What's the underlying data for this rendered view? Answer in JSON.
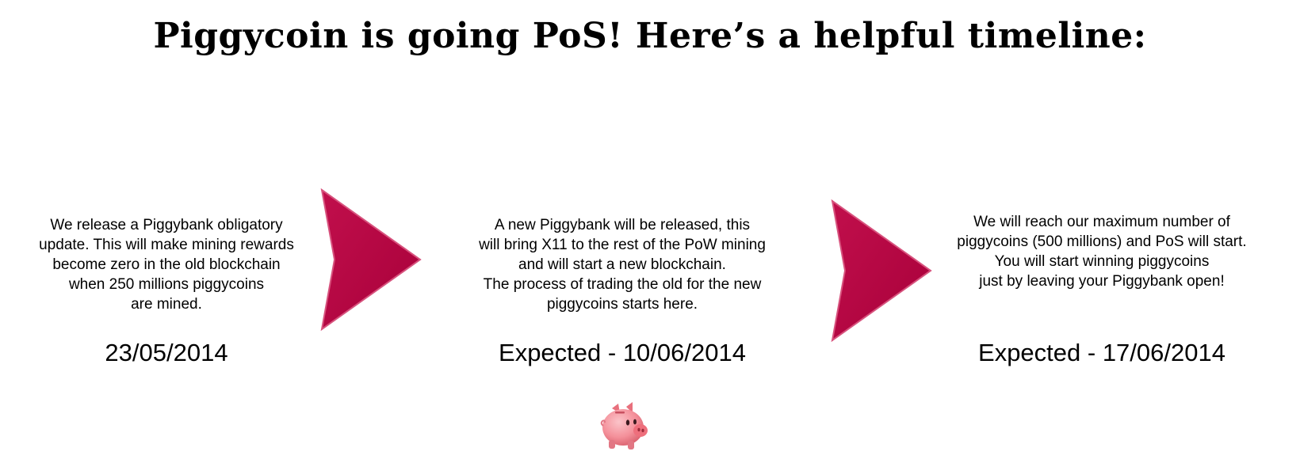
{
  "header": {
    "title": "Piggycoin is going PoS! Here’s a helpful timeline:"
  },
  "colors": {
    "arrow": "#b5003f",
    "arrow_edge": "#d24a76",
    "pig_body": "#f4909a",
    "pig_snout": "#ee6f7c"
  },
  "timeline": {
    "steps": [
      {
        "text": "We release a Piggybank obligatory\nupdate. This will make mining rewards\nbecome zero in the old blockchain\n when 250 millions piggycoins\nare mined.",
        "date": "23/05/2014"
      },
      {
        "text": "A new Piggybank will be released, this\nwill bring X11 to the rest of the PoW mining\nand will start a new blockchain.\nThe process of trading the old for the new\npiggycoins starts here.",
        "date": "Expected - 10/06/2014"
      },
      {
        "text": "We will reach our maximum number of\npiggycoins (500 millions) and PoS will start.\nYou will start winning piggycoins\njust by leaving your Piggybank open!",
        "date": "Expected - 17/06/2014"
      }
    ],
    "arrows": [
      "arrow-right-icon",
      "arrow-right-icon"
    ],
    "footer_icon": "piggy-bank-icon"
  }
}
